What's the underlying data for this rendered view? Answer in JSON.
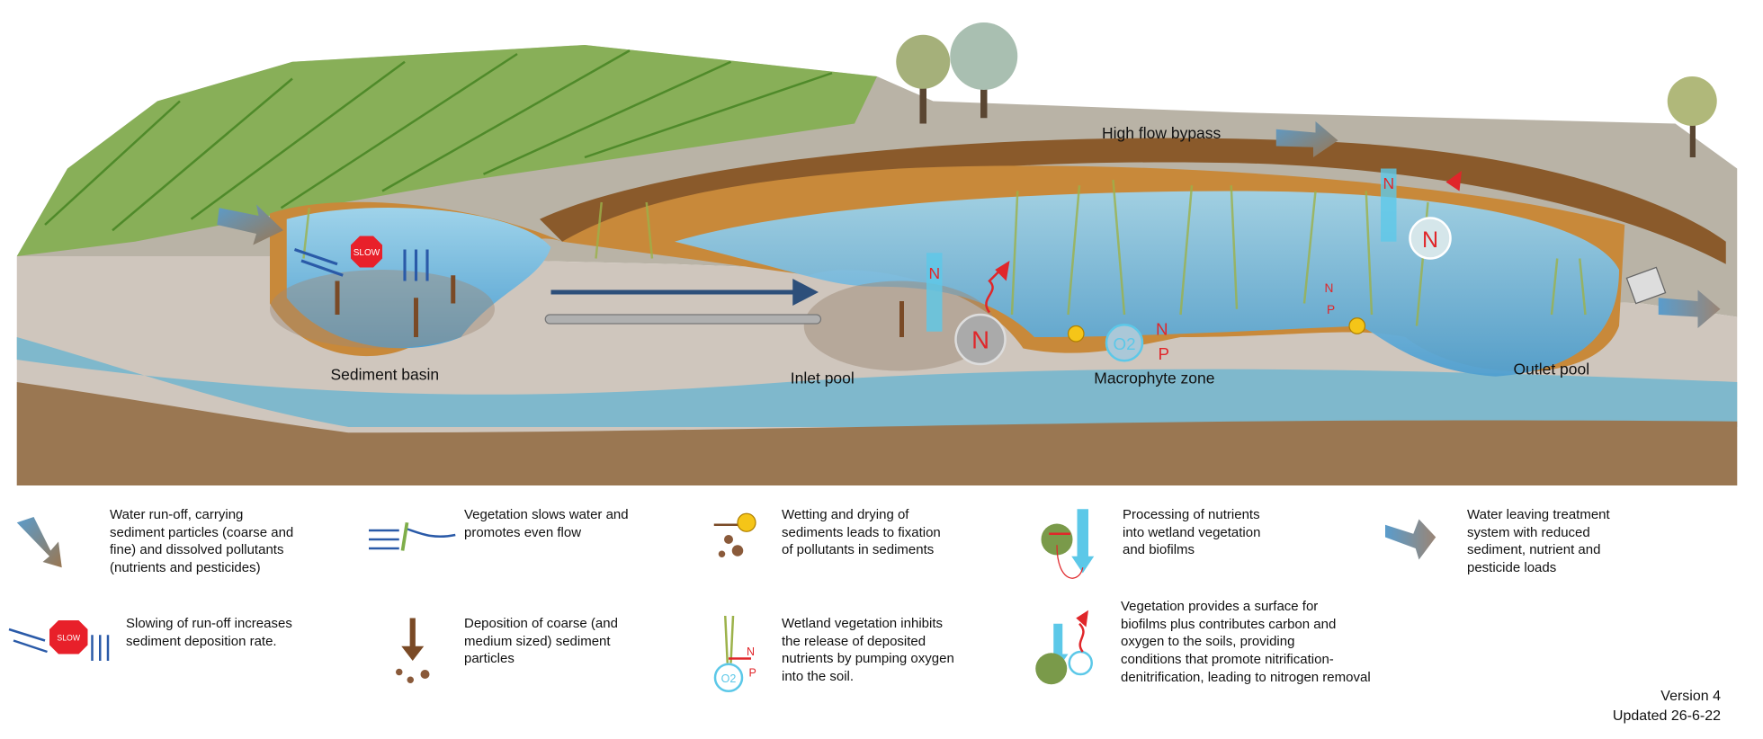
{
  "diagram": {
    "labels": {
      "high_flow_bypass": "High flow bypass",
      "sediment_basin": "Sediment basin",
      "inlet_pool": "Inlet pool",
      "macrophyte_zone": "Macrophyte zone",
      "outlet_pool": "Outlet pool"
    },
    "symbols": {
      "slow": "SLOW",
      "nitrogen": "N",
      "phosphorus": "P",
      "oxygen": "O2"
    }
  },
  "legend": [
    {
      "icon": "runoff-arrow-icon",
      "text": [
        "Water run-off, carrying",
        "sediment particles (coarse and",
        "fine) and dissolved pollutants",
        "(nutrients and pesticides)"
      ]
    },
    {
      "icon": "vegetation-flow-icon",
      "text": [
        "Vegetation slows water and",
        "promotes even flow"
      ]
    },
    {
      "icon": "lock-sediment-icon",
      "text": [
        "Wetting and drying of",
        "sediments leads to fixation",
        "of pollutants in sediments"
      ]
    },
    {
      "icon": "nutrient-processing-icon",
      "text": [
        "Processing of nutrients",
        "into wetland vegetation",
        "and biofilms"
      ]
    },
    {
      "icon": "outflow-arrow-icon",
      "text": [
        "Water leaving treatment",
        "system with reduced",
        "sediment, nutrient and",
        "pesticide loads"
      ]
    },
    {
      "icon": "slow-sign-icon",
      "text": [
        "Slowing of run-off increases",
        "sediment deposition rate."
      ]
    },
    {
      "icon": "deposition-arrow-icon",
      "text": [
        "Deposition of coarse (and",
        "medium sized) sediment",
        "particles"
      ]
    },
    {
      "icon": "oxygen-pump-icon",
      "text": [
        "Wetland vegetation inhibits",
        "the release of deposited",
        "nutrients by pumping oxygen",
        "into the soil."
      ]
    },
    {
      "icon": "nitrogen-removal-icon",
      "text": [
        "Vegetation provides a surface for",
        "biofilms plus contributes carbon and",
        "oxygen to the soils, providing",
        "conditions that promote nitrification-",
        "denitrification, leading to nitrogen removal"
      ]
    }
  ],
  "footer": {
    "version": "Version 4",
    "updated": "Updated 26-6-22"
  },
  "colors": {
    "water": "#7fb8cc",
    "soil": "#9a7752",
    "ground": "#cfc6bd",
    "bank": "#c8893a",
    "arrow_blue": "#2a5aa8",
    "nutrient_red": "#e0262a",
    "oxygen_cyan": "#5cc8e8"
  }
}
